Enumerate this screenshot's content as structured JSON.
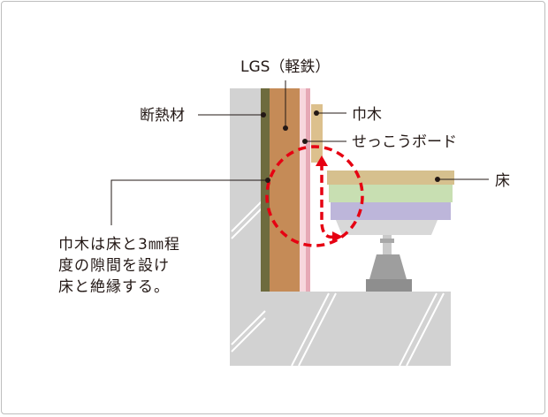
{
  "labels": {
    "lgs": "LGS（軽鉄）",
    "insulation": "断熱材",
    "baseboard": "巾木",
    "gypsum": "せっこうボード",
    "floor": "床"
  },
  "note_lines": [
    "巾木は床と3㎜程",
    "度の隙間を設け",
    "床と絶縁する。"
  ],
  "colors": {
    "concrete": "#d2d2d2",
    "insulation": "#6e6b3e",
    "lgs_stud": "#c58b57",
    "gypsum_board": "#f7d7dd",
    "gypsum_edge": "#e6a9b6",
    "baseboard": "#dcc08d",
    "floor_top": "#d6c08e",
    "floor_green": "#c8dfb2",
    "floor_purple": "#bdb6da",
    "pedestal": "#9e9e9e",
    "callout_red": "#e60012"
  }
}
